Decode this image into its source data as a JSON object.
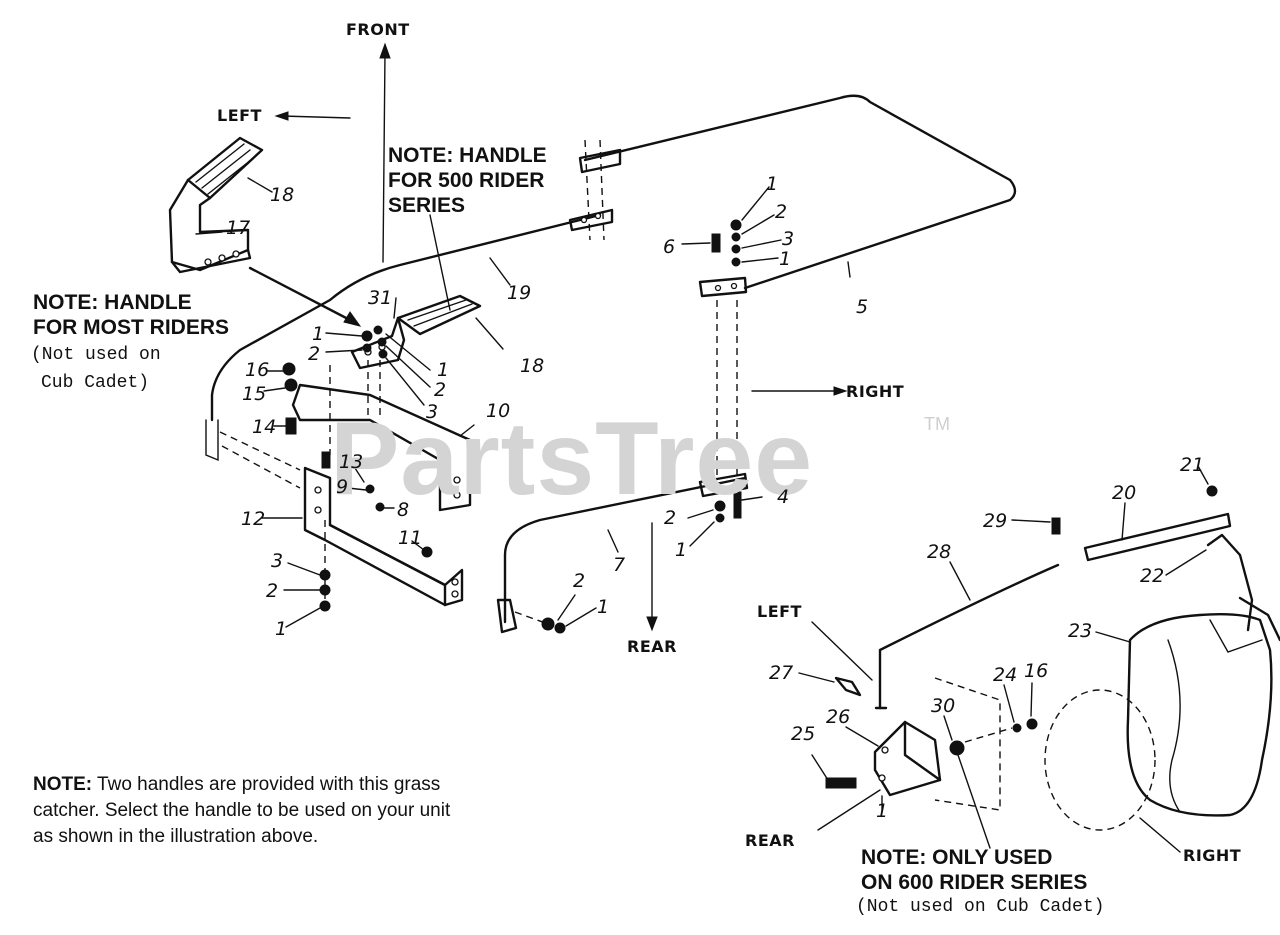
{
  "directions": {
    "front": "FRONT",
    "left_top": "LEFT",
    "right_mid": "RIGHT",
    "rear_mid": "REAR",
    "left_lower": "LEFT",
    "rear_lower": "REAR",
    "right_lower": "RIGHT"
  },
  "notes": {
    "handle_500_line1": "NOTE: HANDLE",
    "handle_500_line2": "FOR 500 RIDER",
    "handle_500_line3": "SERIES",
    "handle_most_line1": "NOTE: HANDLE",
    "handle_most_line2": "FOR MOST RIDERS",
    "handle_most_line3": "(Not used on",
    "handle_most_line4": "Cub Cadet)",
    "two_handles_label": "NOTE:",
    "two_handles_line1": " Two handles are provided with this grass",
    "two_handles_line2": "catcher. Select the handle to be used on your unit",
    "two_handles_line3": "as shown in the illustration above.",
    "only_600_line1": "NOTE: ONLY USED",
    "only_600_line2": "ON 600 RIDER SERIES",
    "only_600_line3": "(Not used on Cub Cadet)"
  },
  "watermark": {
    "text": "PartsTree",
    "trademark": "TM"
  },
  "callouts": [
    "18",
    "17",
    "31",
    "1",
    "2",
    "1",
    "2",
    "3",
    "18",
    "16",
    "15",
    "14",
    "19",
    "10",
    "13",
    "9",
    "8",
    "12",
    "11",
    "3",
    "2",
    "1",
    "7",
    "2",
    "1",
    "1",
    "2",
    "3",
    "1",
    "6",
    "5",
    "4",
    "2",
    "1",
    "21",
    "20",
    "29",
    "22",
    "28",
    "23",
    "27",
    "24",
    "16",
    "30",
    "26",
    "25",
    "1"
  ]
}
